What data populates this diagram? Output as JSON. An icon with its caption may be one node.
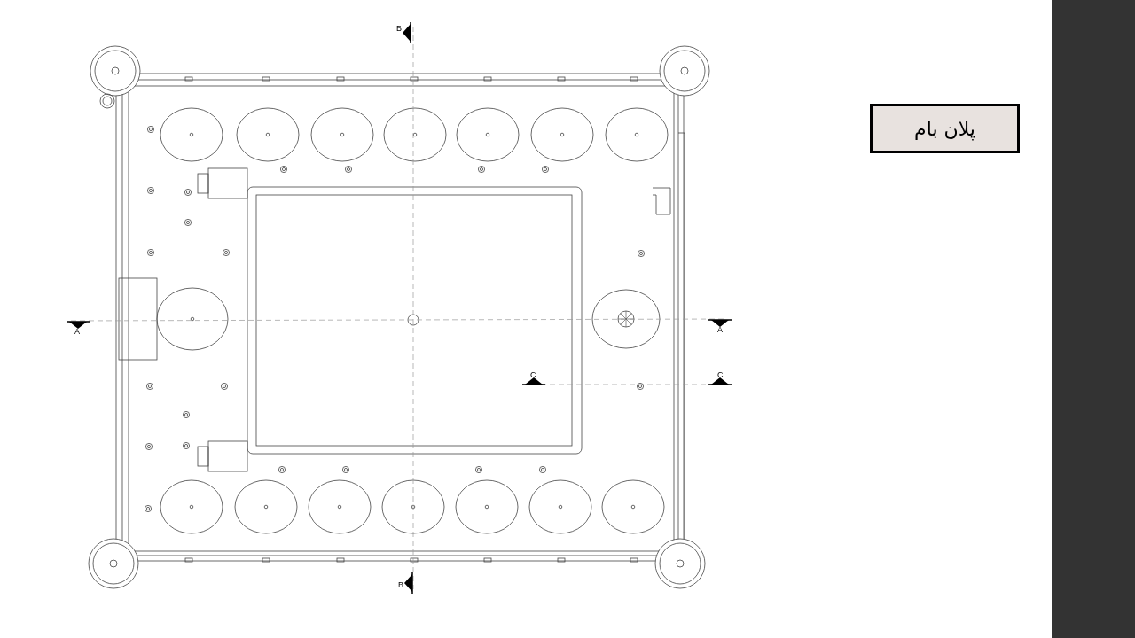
{
  "diagram": {
    "nodes": [
      {
        "text": [
          "پلان بام"
        ]
      }
    ],
    "labels": [
      "B",
      "A",
      "A",
      "C",
      "C",
      "B"
    ]
  }
}
